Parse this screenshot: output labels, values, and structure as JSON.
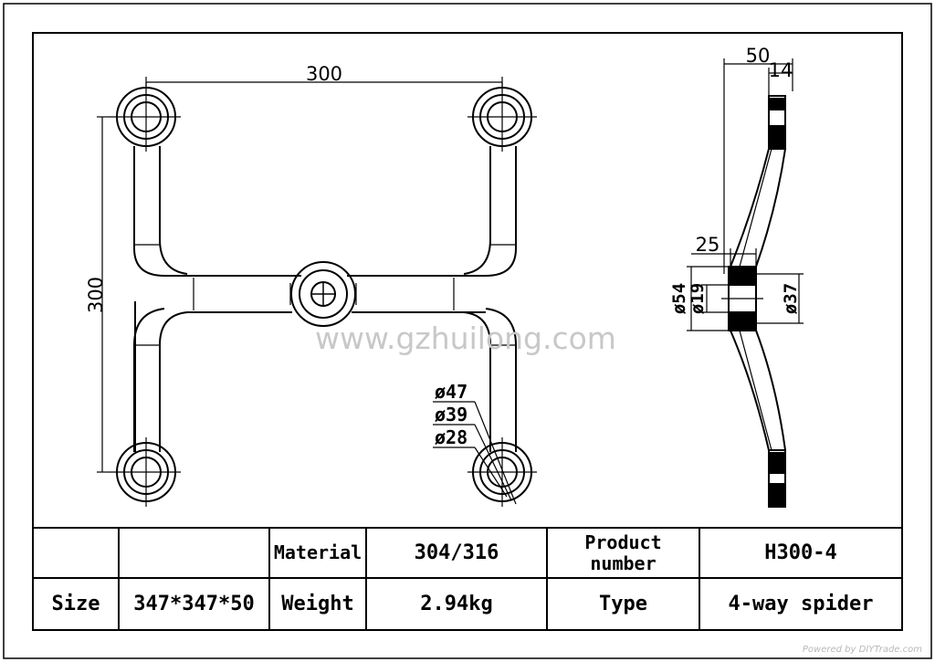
{
  "watermark": "www.gzhuilong.com",
  "credit": "Powered by DIYTrade.com",
  "front_view": {
    "dim_width": "300",
    "dim_height": "300",
    "diam_outer": "ø47",
    "diam_middle": "ø39",
    "diam_inner": "ø28"
  },
  "side_view": {
    "dim_total": "50",
    "dim_arm": "14",
    "dim_hub": "25",
    "diam_54": "ø54",
    "diam_19": "ø19",
    "diam_37": "ø37"
  },
  "spec_table": {
    "row1": [
      "",
      "",
      "Material",
      "304/316",
      "Product number",
      "H300-4"
    ],
    "row2": [
      "Size",
      "347*347*50",
      "Weight",
      "2.94kg",
      "Type",
      "4-way spider"
    ]
  }
}
